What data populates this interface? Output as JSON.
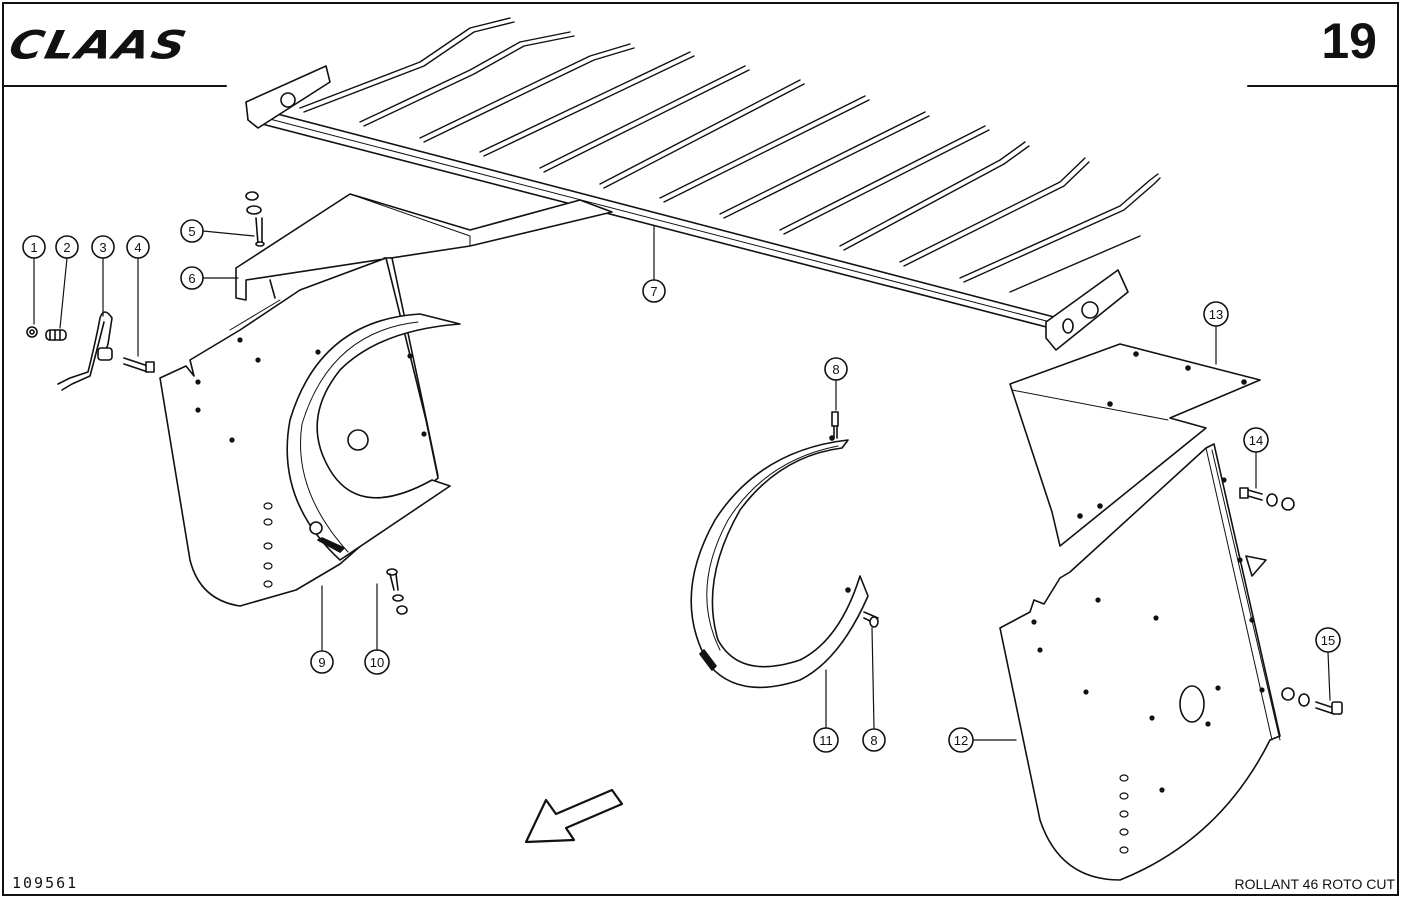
{
  "header": {
    "brand_logo_text": "CLAAS",
    "page_number": "19"
  },
  "footer": {
    "drawing_number": "109561",
    "model_name": "ROLLANT 46 ROTO CUT"
  },
  "callouts": [
    {
      "id": "c1",
      "label": "1"
    },
    {
      "id": "c2",
      "label": "2"
    },
    {
      "id": "c3",
      "label": "3"
    },
    {
      "id": "c4",
      "label": "4"
    },
    {
      "id": "c5",
      "label": "5"
    },
    {
      "id": "c6",
      "label": "6"
    },
    {
      "id": "c7",
      "label": "7"
    },
    {
      "id": "c8a",
      "label": "8"
    },
    {
      "id": "c8b",
      "label": "8"
    },
    {
      "id": "c9",
      "label": "9"
    },
    {
      "id": "c10",
      "label": "10"
    },
    {
      "id": "c11",
      "label": "11"
    },
    {
      "id": "c12",
      "label": "12"
    },
    {
      "id": "c13",
      "label": "13"
    },
    {
      "id": "c14",
      "label": "14"
    },
    {
      "id": "c15",
      "label": "15"
    }
  ],
  "colors": {
    "ink": "#111111",
    "paper": "#ffffff"
  }
}
